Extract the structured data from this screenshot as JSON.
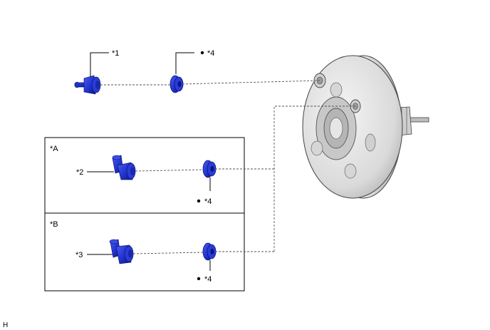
{
  "callouts": {
    "c1": "*1",
    "c2": "*2",
    "c3": "*3",
    "c4_top": "*4",
    "c4_a": "*4",
    "c4_b": "*4"
  },
  "boxes": {
    "a": "*A",
    "b": "*B"
  },
  "figure_code": "H",
  "colors": {
    "part_blue": "#2233cc",
    "part_dark": "#0a1680",
    "booster_light": "#e9e9e9",
    "booster_mid": "#cfcfcf",
    "booster_dark": "#9c9c9c"
  }
}
